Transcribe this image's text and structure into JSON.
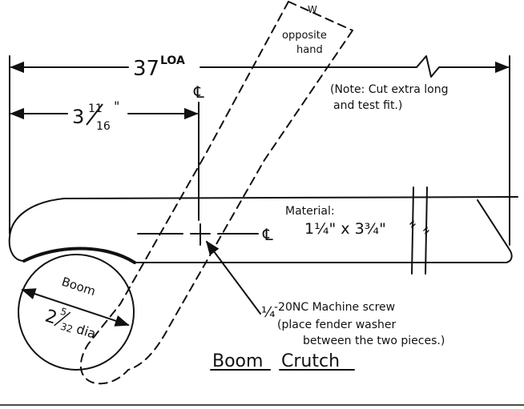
{
  "drawing": {
    "title_word1": "Boom",
    "title_word2": "Crutch",
    "overall_length": {
      "value": "37",
      "suffix": "LOA"
    },
    "offset_dim": {
      "whole": "3",
      "num": "11",
      "den": "16"
    },
    "centerline_symbol": "℄",
    "note": {
      "line1": "(Note: Cut extra long",
      "line2": "and test fit.)"
    },
    "opposite_hand": {
      "prefix": "W",
      "line1": "opposite",
      "line2": "hand"
    },
    "material": {
      "label": "Material:",
      "size": "1¼\" x 3¾\""
    },
    "boom": {
      "label": "Boom",
      "dia_whole": "2",
      "dia_num": "5",
      "dia_den": "32",
      "dia_suffix": "dia"
    },
    "screw": {
      "fraction": "¼",
      "line1": "-20NC Machine screw",
      "line2": "(place fender washer",
      "line3": "between the two pieces.)"
    },
    "line_color": "#111111",
    "paper_color": "#ffffff"
  }
}
